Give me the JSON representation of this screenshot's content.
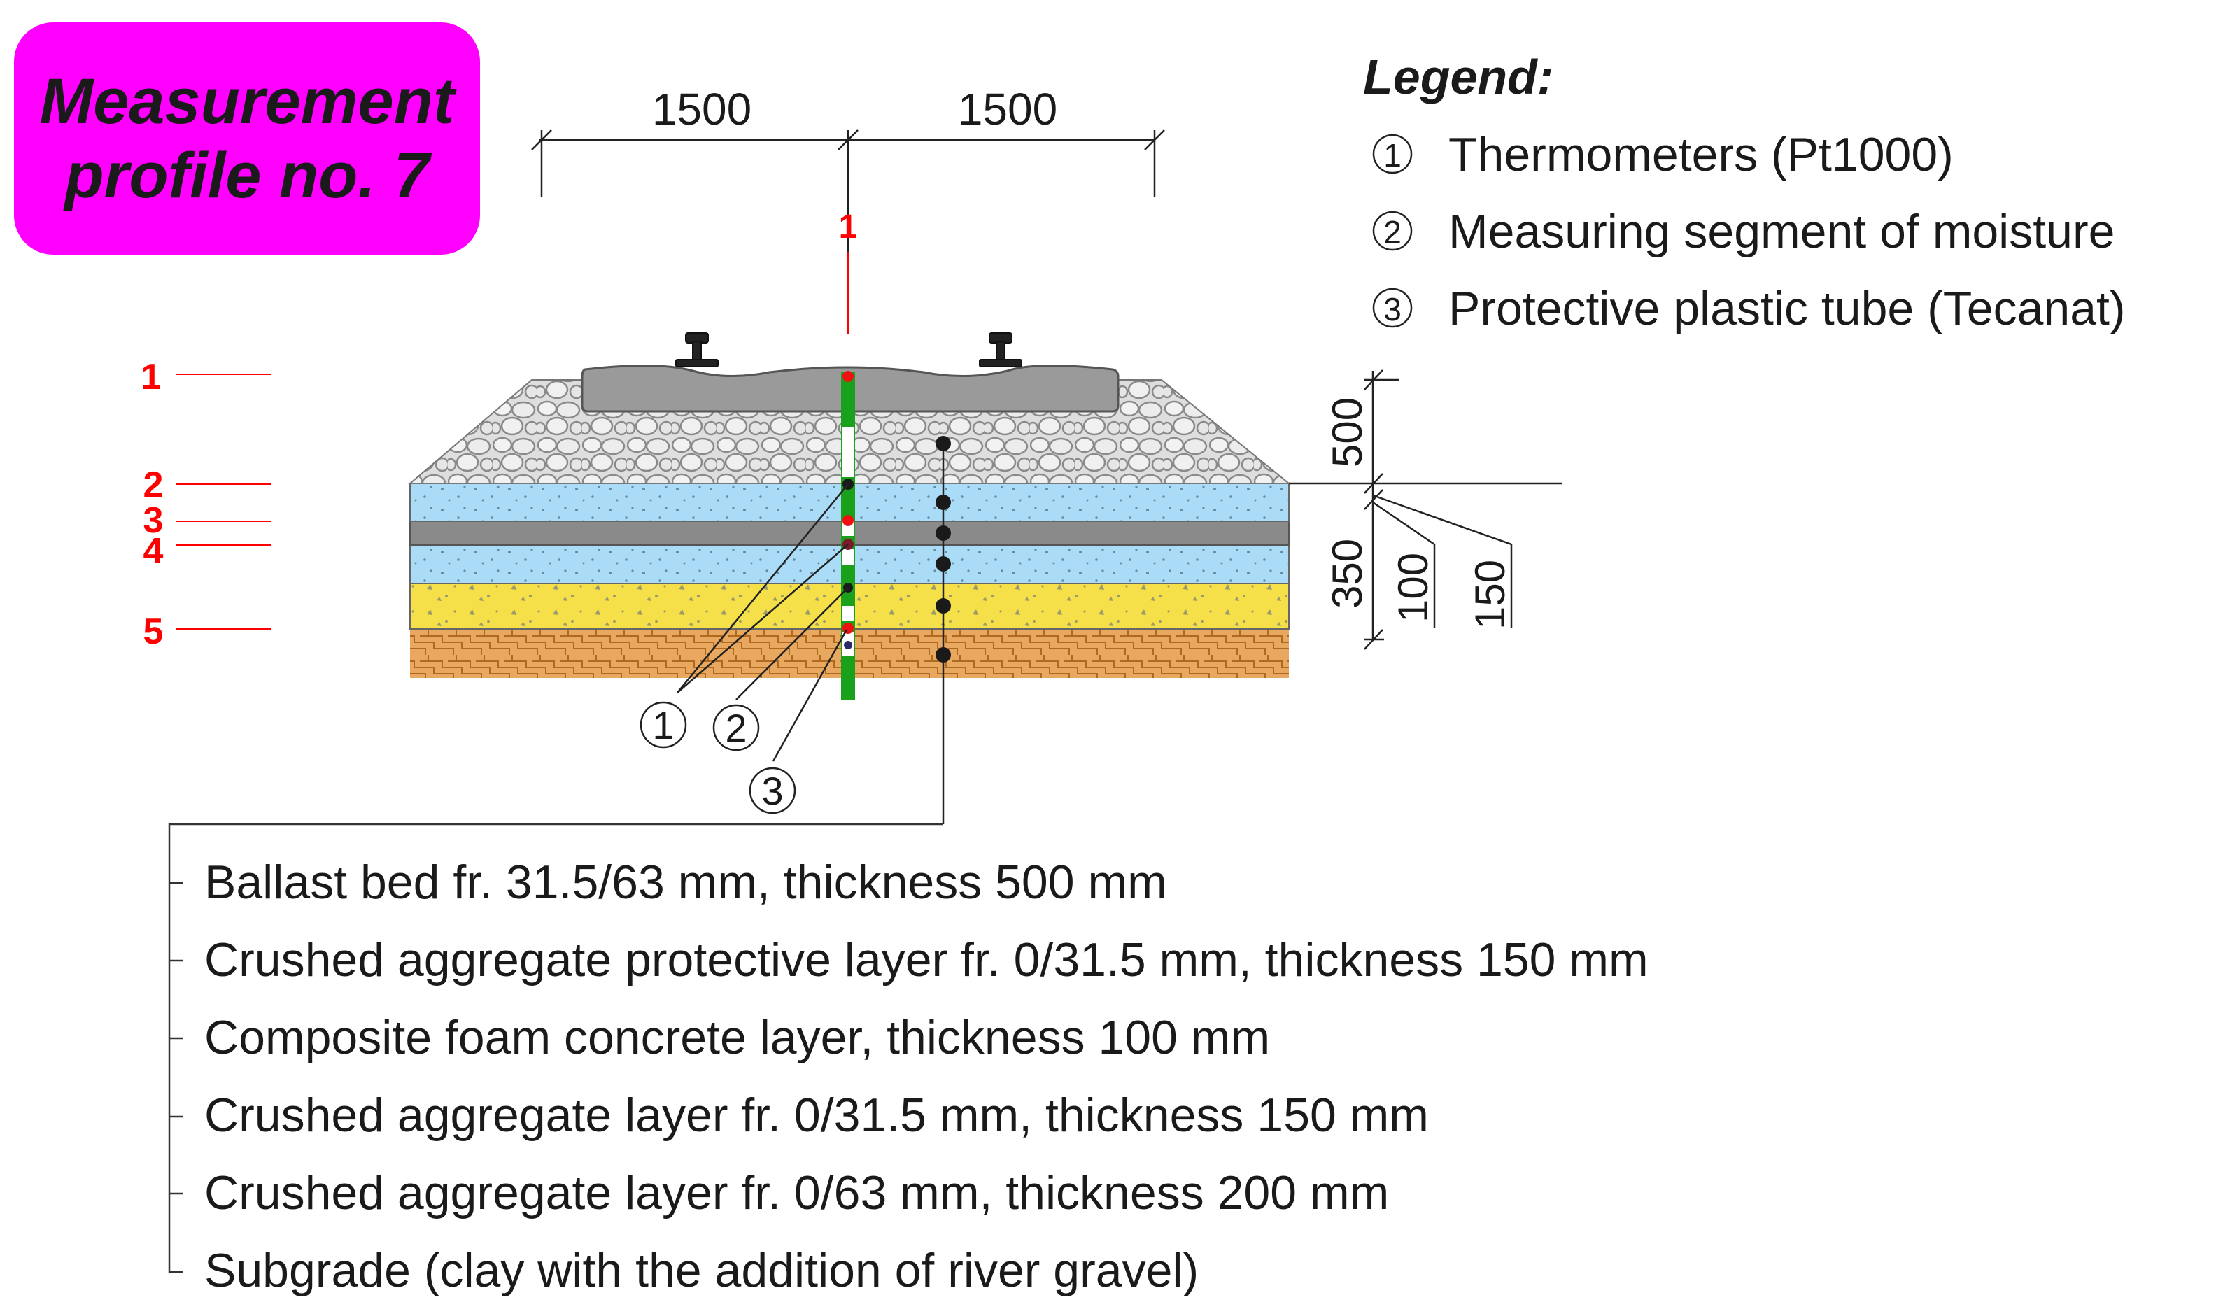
{
  "title": {
    "line1": "Measurement",
    "line2": "profile no. 7"
  },
  "legend": {
    "heading": "Legend:",
    "items": [
      {
        "marker": "①",
        "text": "Thermometers (Pt1000)"
      },
      {
        "marker": "②",
        "text": "Measuring segment of moisture"
      },
      {
        "marker": "③",
        "text": "Protective plastic tube (Tecanat)"
      }
    ]
  },
  "dimensions": {
    "top_left": "1500",
    "top_right": "1500",
    "ballast": "500",
    "layer_350": "350",
    "layer_100": "100",
    "layer_150": "150"
  },
  "level_labels": [
    "1",
    "2",
    "3",
    "4",
    "5"
  ],
  "probe_label": "1",
  "callouts": [
    "1",
    "2",
    "3"
  ],
  "layers": [
    "Ballast bed fr. 31.5/63 mm, thickness 500 mm",
    "Crushed aggregate protective layer fr. 0/31.5 mm, thickness 150 mm",
    "Composite foam concrete layer, thickness 100 mm",
    "Crushed aggregate layer fr. 0/31.5 mm, thickness 150 mm",
    "Crushed aggregate layer fr. 0/63 mm, thickness 200 mm",
    "Subgrade (clay with the addition of river gravel)"
  ],
  "colors": {
    "title_bg": "#ff00ff",
    "level_red": "#ff0000",
    "probe_green": "#1aa01a",
    "layer_blue": "#aadcf8",
    "foam_gray": "#8a8a8a",
    "layer_yellow": "#f5e04a",
    "subgrade_orange": "#e8a860",
    "ballast_gray": "#d9d9d9",
    "sleeper_gray": "#9a9a9a"
  }
}
